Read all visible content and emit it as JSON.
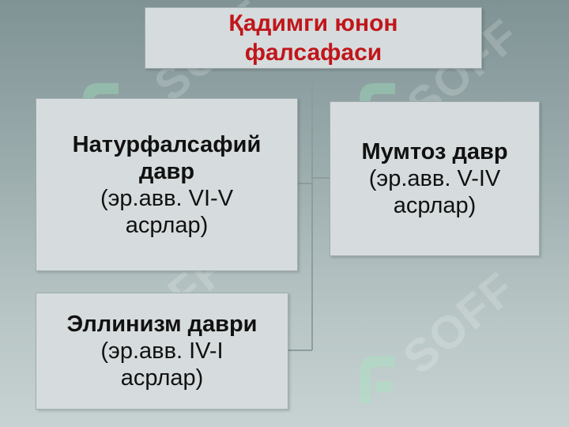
{
  "title": {
    "line1": "Қадимги юнон",
    "line2": "фалсафаси"
  },
  "boxes": [
    {
      "bold": [
        "Натурфалсафий",
        "давр"
      ],
      "regular": [
        "(эр.авв. VI-V",
        "асрлар)"
      ]
    },
    {
      "bold": [
        "Мумтоз давр"
      ],
      "regular": [
        "(эр.авв. V-IV",
        "асрлар)"
      ]
    },
    {
      "bold": [
        "Эллинизм даври"
      ],
      "regular": [
        "(эр.авв. IV-I",
        "асрлар)"
      ]
    }
  ],
  "watermark": "SOFF",
  "colors": {
    "title": "#c0161b",
    "box": "#d6dcdd",
    "connector": "#8c9a9b"
  }
}
